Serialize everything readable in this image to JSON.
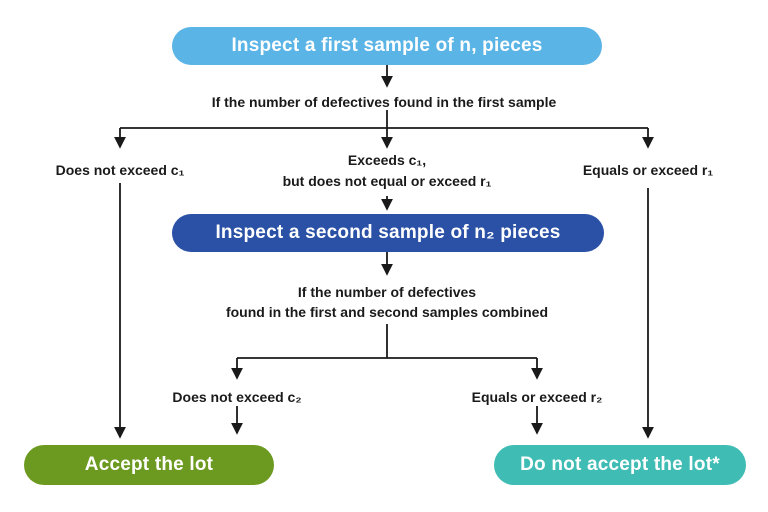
{
  "nodes": {
    "first_sample": {
      "label": "Inspect a first sample of n, pieces",
      "color": "#5bb4e6"
    },
    "second_sample": {
      "label": "Inspect a second sample of n₂ pieces",
      "color": "#2a51a6"
    },
    "accept": {
      "label": "Accept the lot",
      "color": "#6c9a20"
    },
    "reject": {
      "label": "Do not accept the lot*",
      "color": "#3fbcb4"
    }
  },
  "labels": {
    "first_question": "If the number of defectives found in the first sample",
    "branch1_left": "Does not exceed c₁",
    "branch1_middle_line1": "Exceeds c₁,",
    "branch1_middle_line2": "but does not equal or exceed r₁",
    "branch1_right": "Equals or exceed r₁",
    "second_question_line1": "If the number of defectives",
    "second_question_line2": "found in the first and second samples combined",
    "branch2_left": "Does not exceed c₂",
    "branch2_right": "Equals or exceed r₂"
  },
  "colors": {
    "line": "#1a1a1a",
    "text": "#1a1a1a",
    "background": "#ffffff"
  }
}
